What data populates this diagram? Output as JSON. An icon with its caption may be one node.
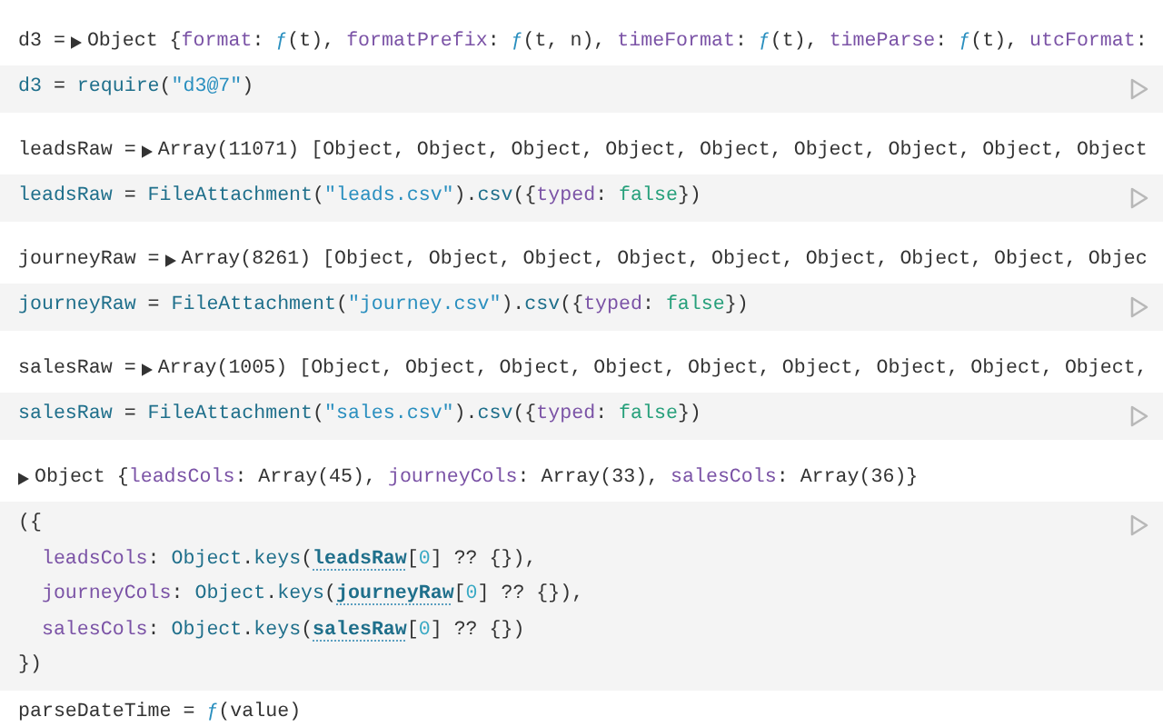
{
  "diagram": {
    "nodes": [
      {
        "text": [
          "d3 = require(\"d3@7\")"
        ]
      },
      {
        "text": [
          "leadsRaw = FileAttachment(\"leads.csv\").csv({typed: false})"
        ]
      },
      {
        "text": [
          "journeyRaw = FileAttachment(\"journey.csv\").csv({typed: false})"
        ]
      },
      {
        "text": [
          "salesRaw = FileAttachment(\"sales.csv\").csv({typed: false})"
        ]
      },
      {
        "text": [
          "({",
          "  leadsCols: Object.keys(**leadsRaw**[0] ?? {}),",
          "  journeyCols: Object.keys(**journeyRaw**[0] ?? {}),",
          "  salesCols: Object.keys(**salesRaw**[0] ?? {})",
          "})"
        ]
      }
    ],
    "labels": [
      "d3 =",
      "Object {format: ƒ(t), formatPrefix: ƒ(t, n), timeFormat: ƒ(t), timeParse: ƒ(t), utcFormat:",
      "leadsRaw =",
      "Array(11071) [Object, Object, Object, Object, Object, Object, Object, Object, Object",
      "journeyRaw =",
      "Array(8261) [Object, Object, Object, Object, Object, Object, Object, Object, Objec",
      "salesRaw =",
      "Array(1005) [Object, Object, Object, Object, Object, Object, Object, Object, Object,",
      "Object {leadsCols: Array(45), journeyCols: Array(33), salesCols: Array(36)}",
      "parseDateTime = ƒ(value)"
    ]
  }
}
